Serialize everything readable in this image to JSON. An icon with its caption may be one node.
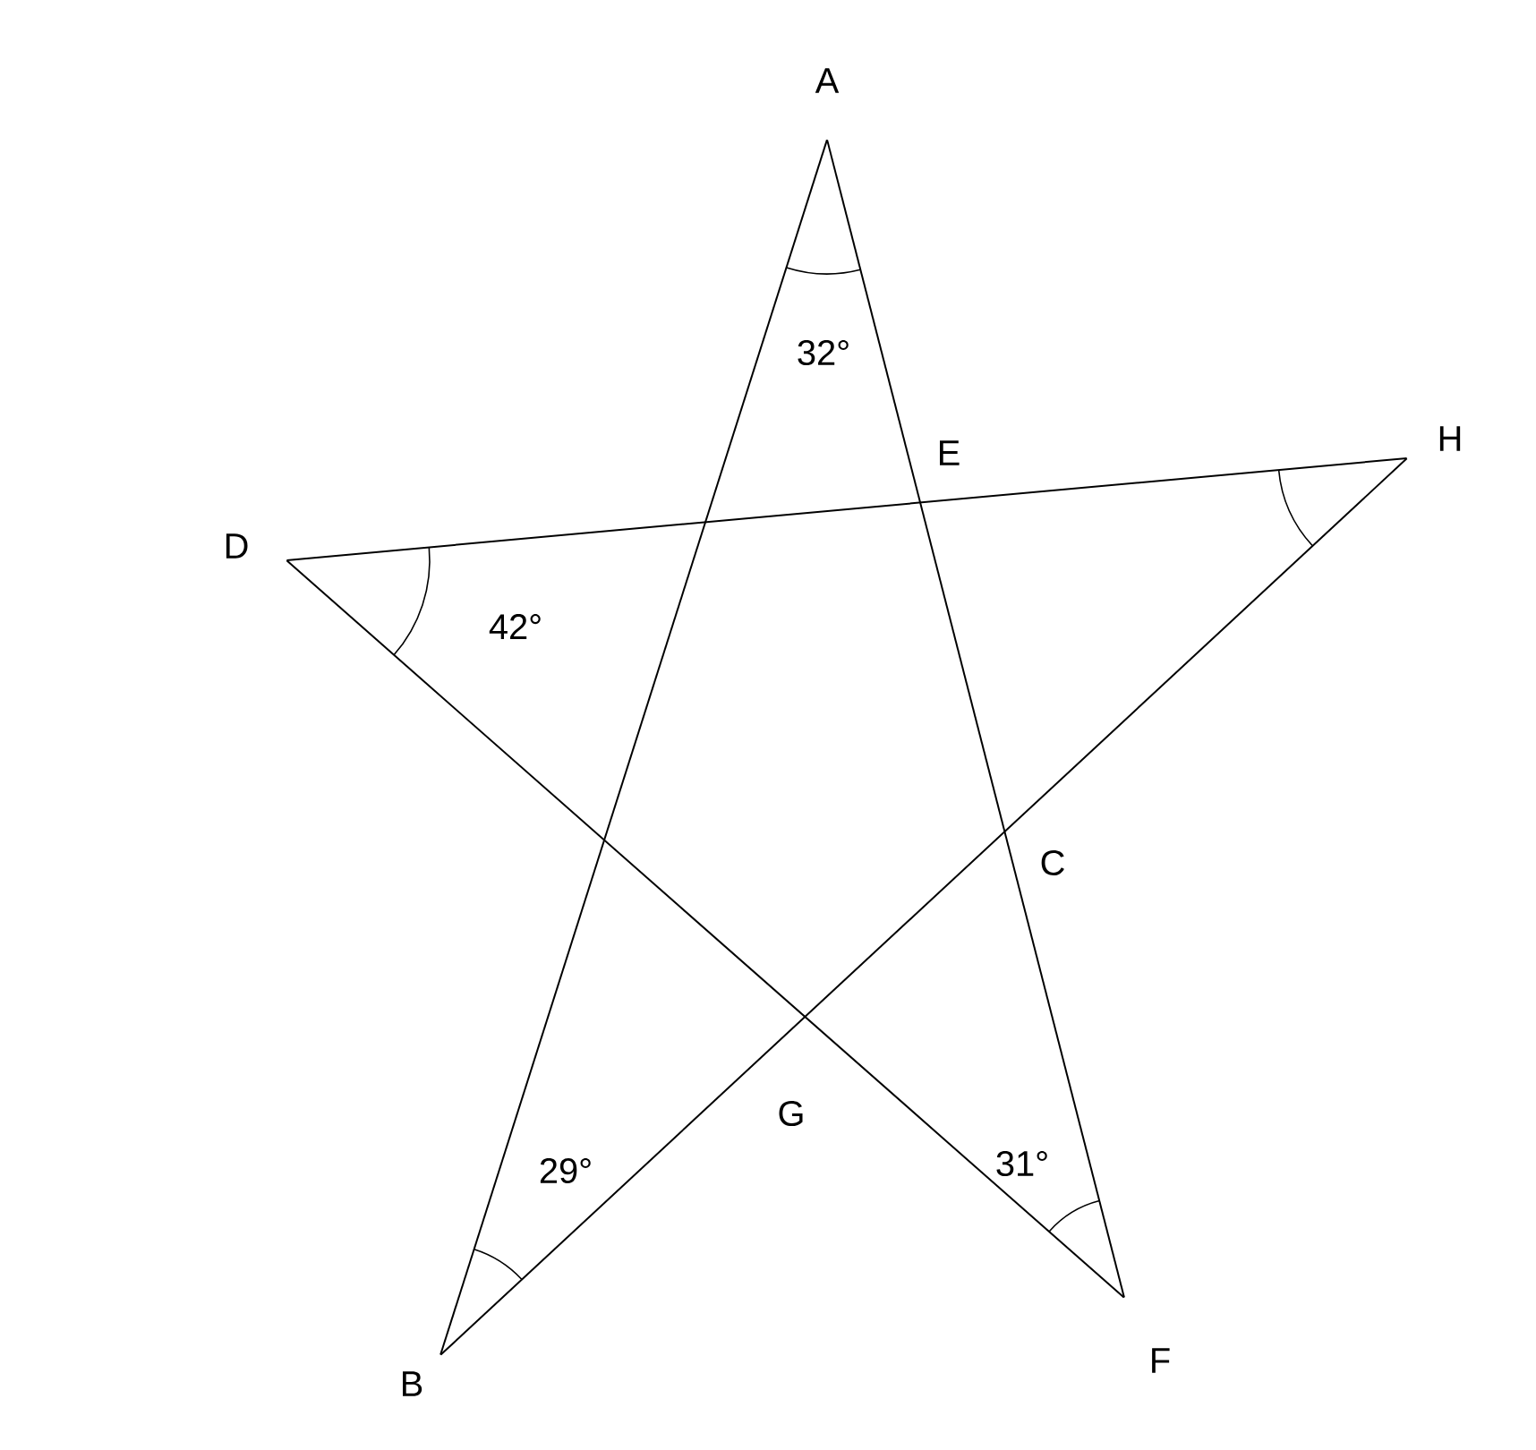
{
  "diagram": {
    "nodes": [
      {
        "text": [
          "A"
        ]
      },
      {
        "text": [
          "B"
        ]
      },
      {
        "text": [
          "D"
        ]
      },
      {
        "text": [
          "F"
        ]
      },
      {
        "text": [
          "H"
        ]
      }
    ],
    "edges": [
      {
        "from": 0,
        "to": 1,
        "arrow": "none"
      },
      {
        "from": 0,
        "to": 3,
        "arrow": "none"
      },
      {
        "from": 2,
        "to": 4,
        "arrow": "none"
      },
      {
        "from": 2,
        "to": 3,
        "arrow": "none"
      },
      {
        "from": 1,
        "to": 4,
        "arrow": "none"
      }
    ],
    "labels": [
      "E",
      "C",
      "G",
      "32°",
      "42°",
      "29°",
      "31°"
    ]
  }
}
